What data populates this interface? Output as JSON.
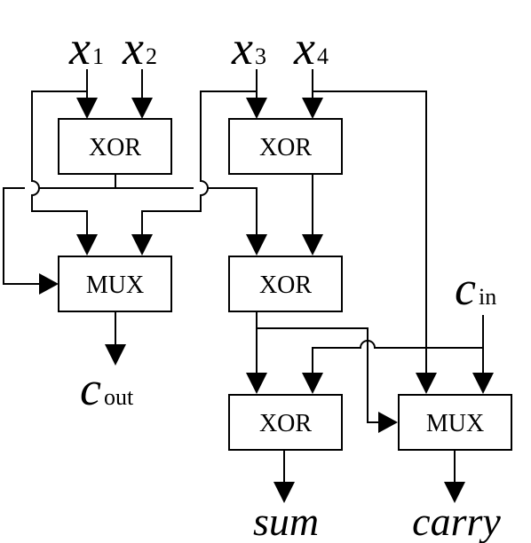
{
  "inputs": {
    "x1": {
      "base": "x",
      "sub": "1"
    },
    "x2": {
      "base": "x",
      "sub": "2"
    },
    "x3": {
      "base": "x",
      "sub": "3"
    },
    "x4": {
      "base": "x",
      "sub": "4"
    },
    "cin": {
      "base": "c",
      "sub": "in"
    }
  },
  "outputs": {
    "cout": {
      "base": "c",
      "sub": "out"
    },
    "sum": "sum",
    "carry": "carry"
  },
  "gates": {
    "xor1": "XOR",
    "xor2": "XOR",
    "xor3": "XOR",
    "xor4": "XOR",
    "mux1": "MUX",
    "mux2": "MUX"
  }
}
